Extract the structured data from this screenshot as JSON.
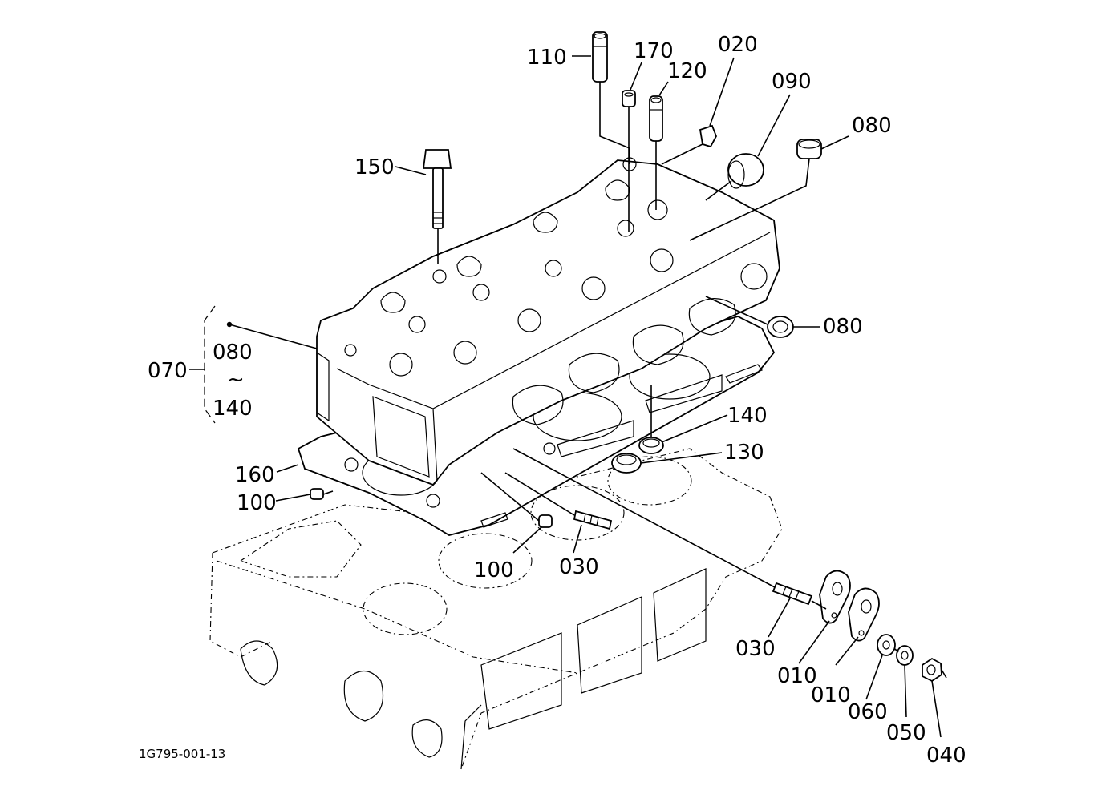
{
  "drawing_code": "1G795-001-13",
  "group": {
    "number": "070",
    "range_from": "080",
    "range_sep": "~",
    "range_to": "140"
  },
  "callouts": {
    "c110": "110",
    "c170": "170",
    "c120": "120",
    "c020": "020",
    "c090": "090",
    "c080a": "080",
    "c150": "150",
    "c080b": "080",
    "c140": "140",
    "c130": "130",
    "c160": "160",
    "c100a": "100",
    "c100b": "100",
    "c030a": "030",
    "c030b": "030",
    "c010a": "010",
    "c010b": "010",
    "c060": "060",
    "c050": "050",
    "c040": "040"
  }
}
